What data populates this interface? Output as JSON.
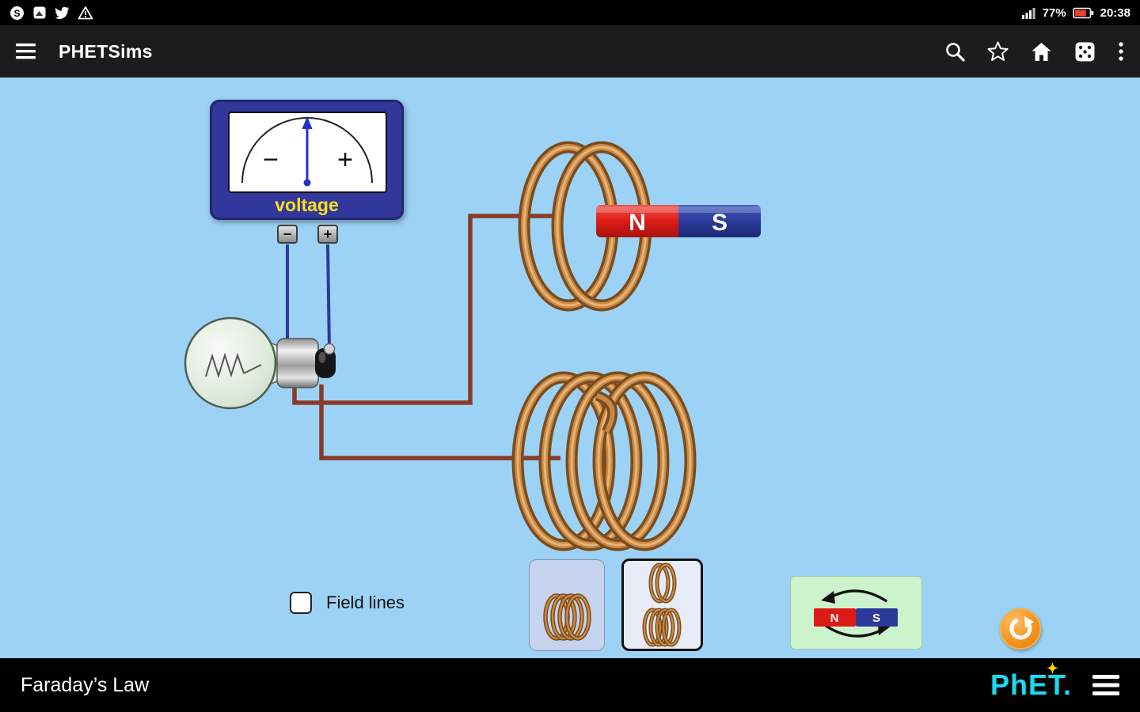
{
  "status_bar": {
    "time": "20:38",
    "battery_percent": "77%",
    "left_icons": [
      "skype-icon",
      "gallery-icon",
      "twitter-icon",
      "warning-icon"
    ]
  },
  "app_bar": {
    "title": "PHETSims",
    "icons": [
      "menu-icon",
      "search-icon",
      "star-icon",
      "home-icon",
      "dice-icon",
      "overflow-icon"
    ]
  },
  "sim": {
    "voltmeter": {
      "label": "voltage",
      "scale_minus": "−",
      "scale_plus": "+"
    },
    "terminals": {
      "minus": "−",
      "plus": "+"
    },
    "magnet": {
      "north_label": "N",
      "south_label": "S"
    },
    "controls": {
      "field_lines_label": "Field lines",
      "field_lines_checked": false,
      "coil_buttons": [
        "one-coil-icon",
        "two-coils-icon"
      ],
      "selected_coil_button": 1,
      "flip_magnet": {
        "north_label": "N",
        "south_label": "S"
      }
    }
  },
  "bottom_bar": {
    "sim_title": "Faraday’s Law",
    "brand": "PhET."
  },
  "colors": {
    "sim_background": "#9cd2f5",
    "magnet_north": "#dd1b16",
    "magnet_south": "#2b3a9a",
    "wire_brown": "#8a3a28",
    "wire_blue": "#2b3a9a",
    "coil_copper": "#c98a45",
    "voltmeter_body": "#31379b",
    "voltage_label": "#ffe11a",
    "reset_orange": "#f7941e",
    "flip_button_bg": "#cdf3cd"
  }
}
